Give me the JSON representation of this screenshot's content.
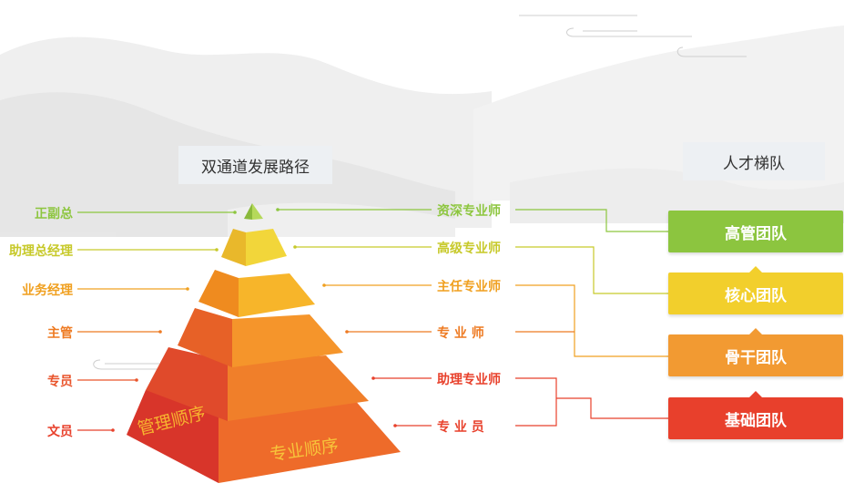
{
  "left_title": "双通道发展路径",
  "right_title": "人才梯队",
  "management_levels": [
    {
      "label": "正副总",
      "color": "#8dc63f"
    },
    {
      "label": "助理总经理",
      "color": "#c7c92a"
    },
    {
      "label": "业务经理",
      "color": "#f0a020"
    },
    {
      "label": "主管",
      "color": "#ee7a22"
    },
    {
      "label": "专员",
      "color": "#e9542b"
    },
    {
      "label": "文员",
      "color": "#e8412c"
    }
  ],
  "professional_levels": [
    {
      "label": "资深专业师",
      "color": "#8dc63f"
    },
    {
      "label": "高级专业师",
      "color": "#c7c92a"
    },
    {
      "label": "主任专业师",
      "color": "#f0a020"
    },
    {
      "label": "专 业 师",
      "color": "#ee7a22"
    },
    {
      "label": "助理专业师",
      "color": "#e8412c"
    },
    {
      "label": "专 业 员",
      "color": "#e8412c"
    }
  ],
  "pyramid": {
    "left_face_label": "管理顺序",
    "right_face_label": "专业顺序"
  },
  "teams": [
    {
      "label": "高管团队",
      "color": "#8cc53f"
    },
    {
      "label": "核心团队",
      "color": "#f2cf2c"
    },
    {
      "label": "骨干团队",
      "color": "#f29a32"
    },
    {
      "label": "基础团队",
      "color": "#e8402c"
    }
  ]
}
